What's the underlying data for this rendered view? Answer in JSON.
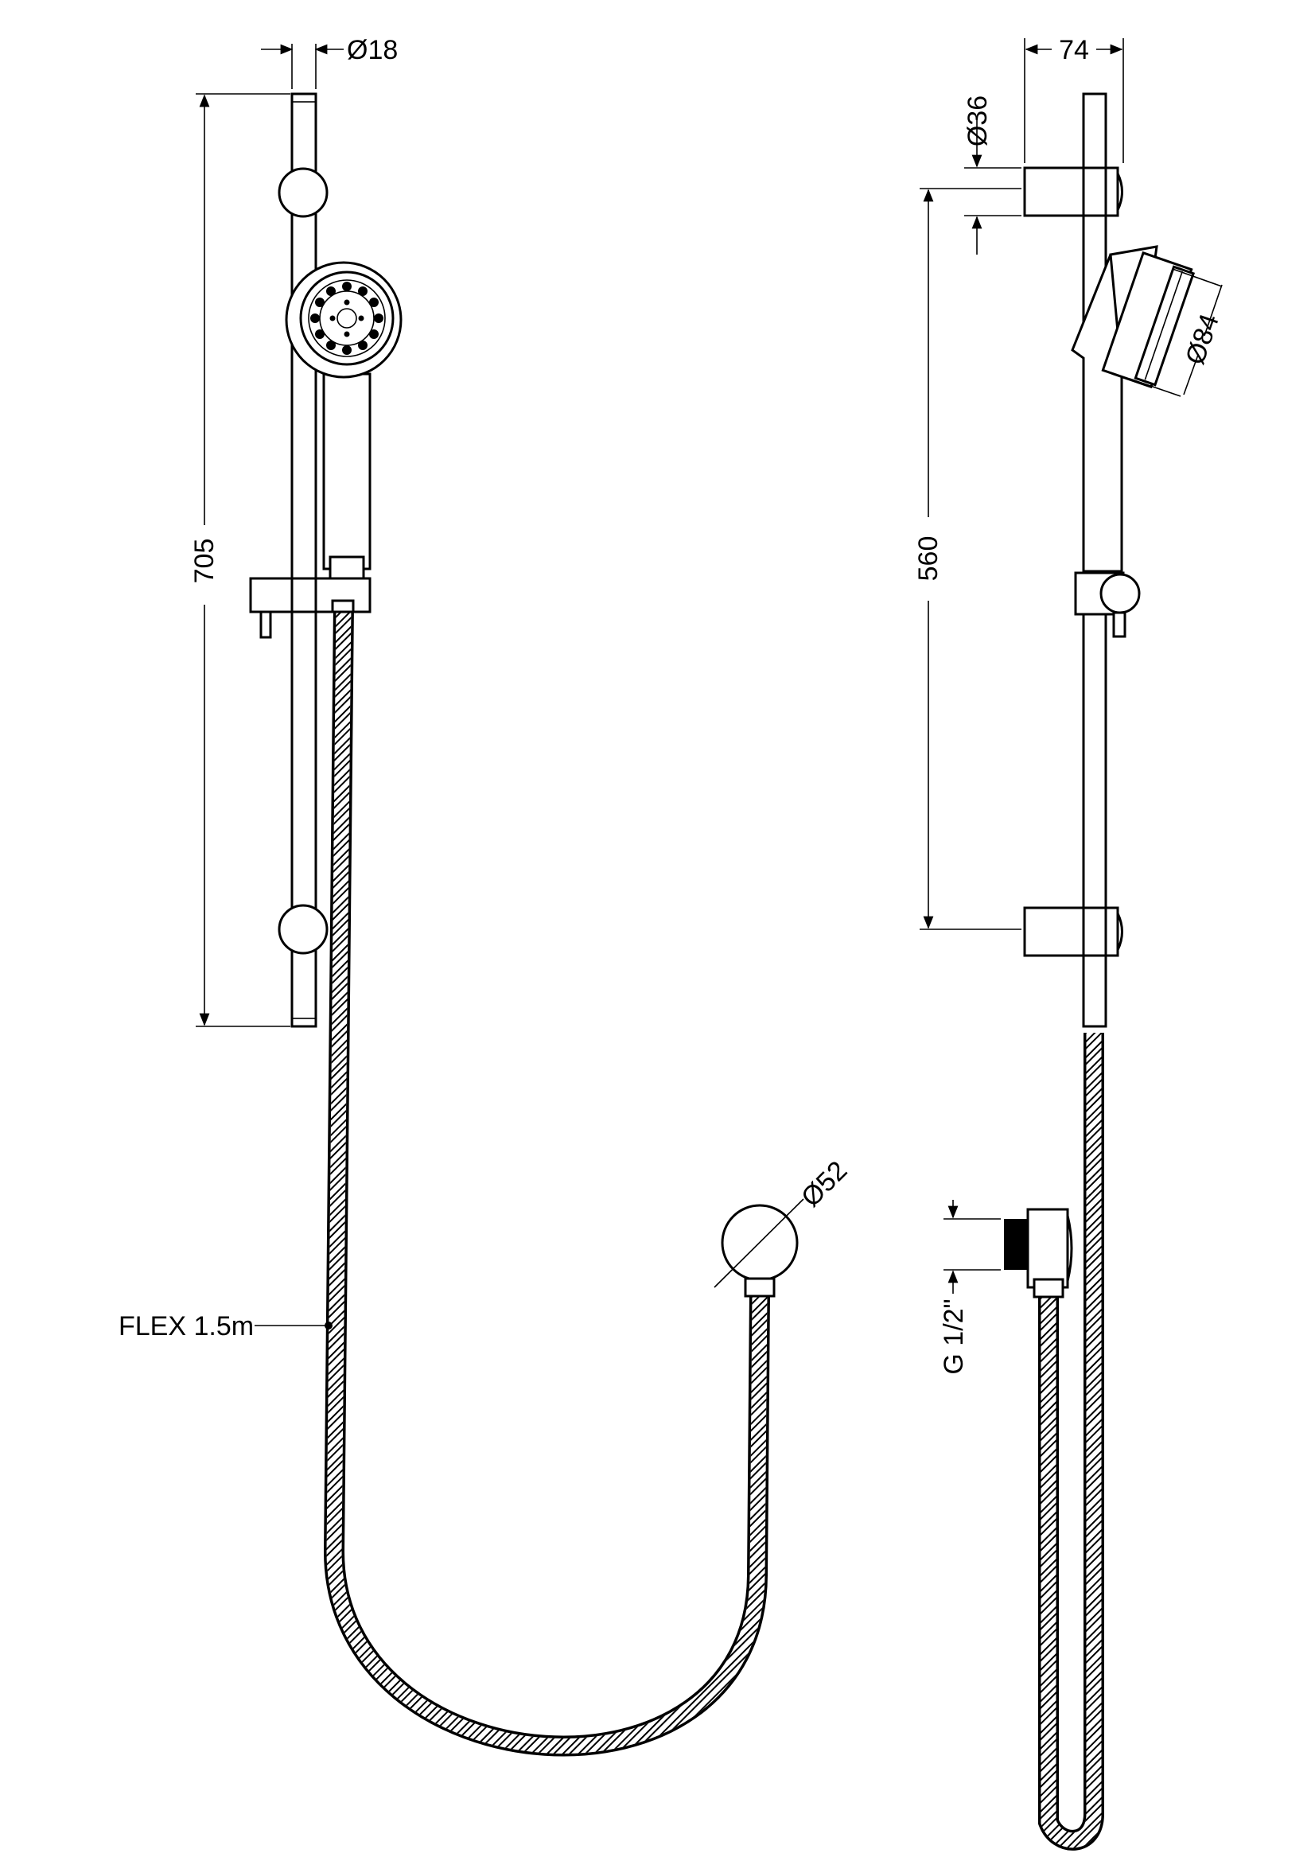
{
  "front_view": {
    "rail_diameter_label": "Ø18",
    "rail_length_label": "705",
    "outlet_diameter_label": "Ø52",
    "hose_label": "FLEX 1.5m"
  },
  "side_view": {
    "depth_label": "74",
    "bracket_height_label": "Ø36",
    "head_diameter_label": "Ø84",
    "bracket_spacing_label": "560",
    "thread_label": "G 1/2\""
  },
  "colors": {
    "line": "#000000",
    "background": "#ffffff"
  }
}
